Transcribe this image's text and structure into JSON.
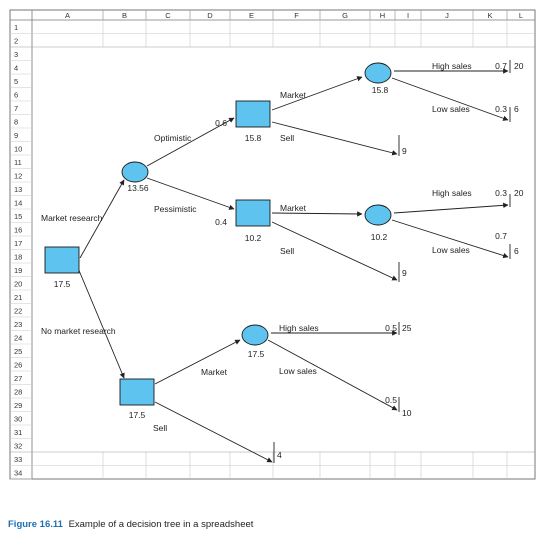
{
  "spreadsheet": {
    "columns": [
      "A",
      "B",
      "C",
      "D",
      "E",
      "F",
      "G",
      "H",
      "I",
      "J",
      "K",
      "L"
    ],
    "rows": [
      "1",
      "2",
      "3",
      "4",
      "5",
      "6",
      "7",
      "8",
      "9",
      "10",
      "11",
      "12",
      "13",
      "14",
      "15",
      "16",
      "17",
      "18",
      "19",
      "20",
      "21",
      "22",
      "23",
      "24",
      "25",
      "26",
      "27",
      "28",
      "29",
      "30",
      "31",
      "32",
      "33",
      "34"
    ]
  },
  "colors": {
    "node_fill": "#5ec3ef",
    "caption_accent": "#1f6fb2",
    "grid": "#c9c9c9",
    "line": "#222222"
  },
  "tree": {
    "nodes": [
      {
        "id": "root",
        "kind": "decision",
        "value": "17.5"
      },
      {
        "id": "market-research-chance",
        "kind": "chance",
        "value": "13.56"
      },
      {
        "id": "optimistic-decision",
        "kind": "decision",
        "value": "15.8"
      },
      {
        "id": "optimistic-market-chance",
        "kind": "chance",
        "value": "15.8"
      },
      {
        "id": "pessimistic-decision",
        "kind": "decision",
        "value": "10.2"
      },
      {
        "id": "pessimistic-market-chance",
        "kind": "chance",
        "value": "10.2"
      },
      {
        "id": "no-research-decision",
        "kind": "decision",
        "value": "17.5"
      },
      {
        "id": "no-research-market-chance",
        "kind": "chance",
        "value": "17.5"
      }
    ],
    "branch_labels": [
      {
        "id": "market-research",
        "text": "Market research"
      },
      {
        "id": "no-market-research",
        "text": "No market research"
      },
      {
        "id": "optimistic",
        "text": "Optimistic"
      },
      {
        "id": "pessimistic",
        "text": "Pessimistic"
      },
      {
        "id": "market-1",
        "text": "Market"
      },
      {
        "id": "sell-1",
        "text": "Sell"
      },
      {
        "id": "market-2",
        "text": "Market"
      },
      {
        "id": "sell-2",
        "text": "Sell"
      },
      {
        "id": "market-3",
        "text": "Market"
      },
      {
        "id": "sell-3",
        "text": "Sell"
      },
      {
        "id": "high-sales-1",
        "text": "High sales"
      },
      {
        "id": "low-sales-1",
        "text": "Low sales"
      },
      {
        "id": "high-sales-2",
        "text": "High sales"
      },
      {
        "id": "low-sales-2",
        "text": "Low sales"
      },
      {
        "id": "high-sales-3",
        "text": "High sales"
      },
      {
        "id": "low-sales-3",
        "text": "Low sales"
      }
    ],
    "probabilities": [
      {
        "id": "p-optimistic",
        "text": "0.6"
      },
      {
        "id": "p-pessimistic",
        "text": "0.4"
      },
      {
        "id": "p-high-1",
        "text": "0.7"
      },
      {
        "id": "p-low-1",
        "text": "0.3"
      },
      {
        "id": "p-high-2",
        "text": "0.3"
      },
      {
        "id": "p-low-2",
        "text": "0.7"
      },
      {
        "id": "p-high-3",
        "text": "0.5"
      },
      {
        "id": "p-low-3",
        "text": "0.5"
      }
    ],
    "payoffs": [
      {
        "id": "pay-high-1",
        "text": "20"
      },
      {
        "id": "pay-low-1",
        "text": "6"
      },
      {
        "id": "pay-sell-1",
        "text": "9"
      },
      {
        "id": "pay-high-2",
        "text": "20"
      },
      {
        "id": "pay-low-2",
        "text": "6"
      },
      {
        "id": "pay-sell-2",
        "text": "9"
      },
      {
        "id": "pay-high-3",
        "text": "25"
      },
      {
        "id": "pay-low-3",
        "text": "10"
      },
      {
        "id": "pay-sell-3",
        "text": "4"
      }
    ]
  },
  "caption": {
    "figure": "Figure 16.11",
    "text": "Example of a decision tree in a spreadsheet"
  }
}
